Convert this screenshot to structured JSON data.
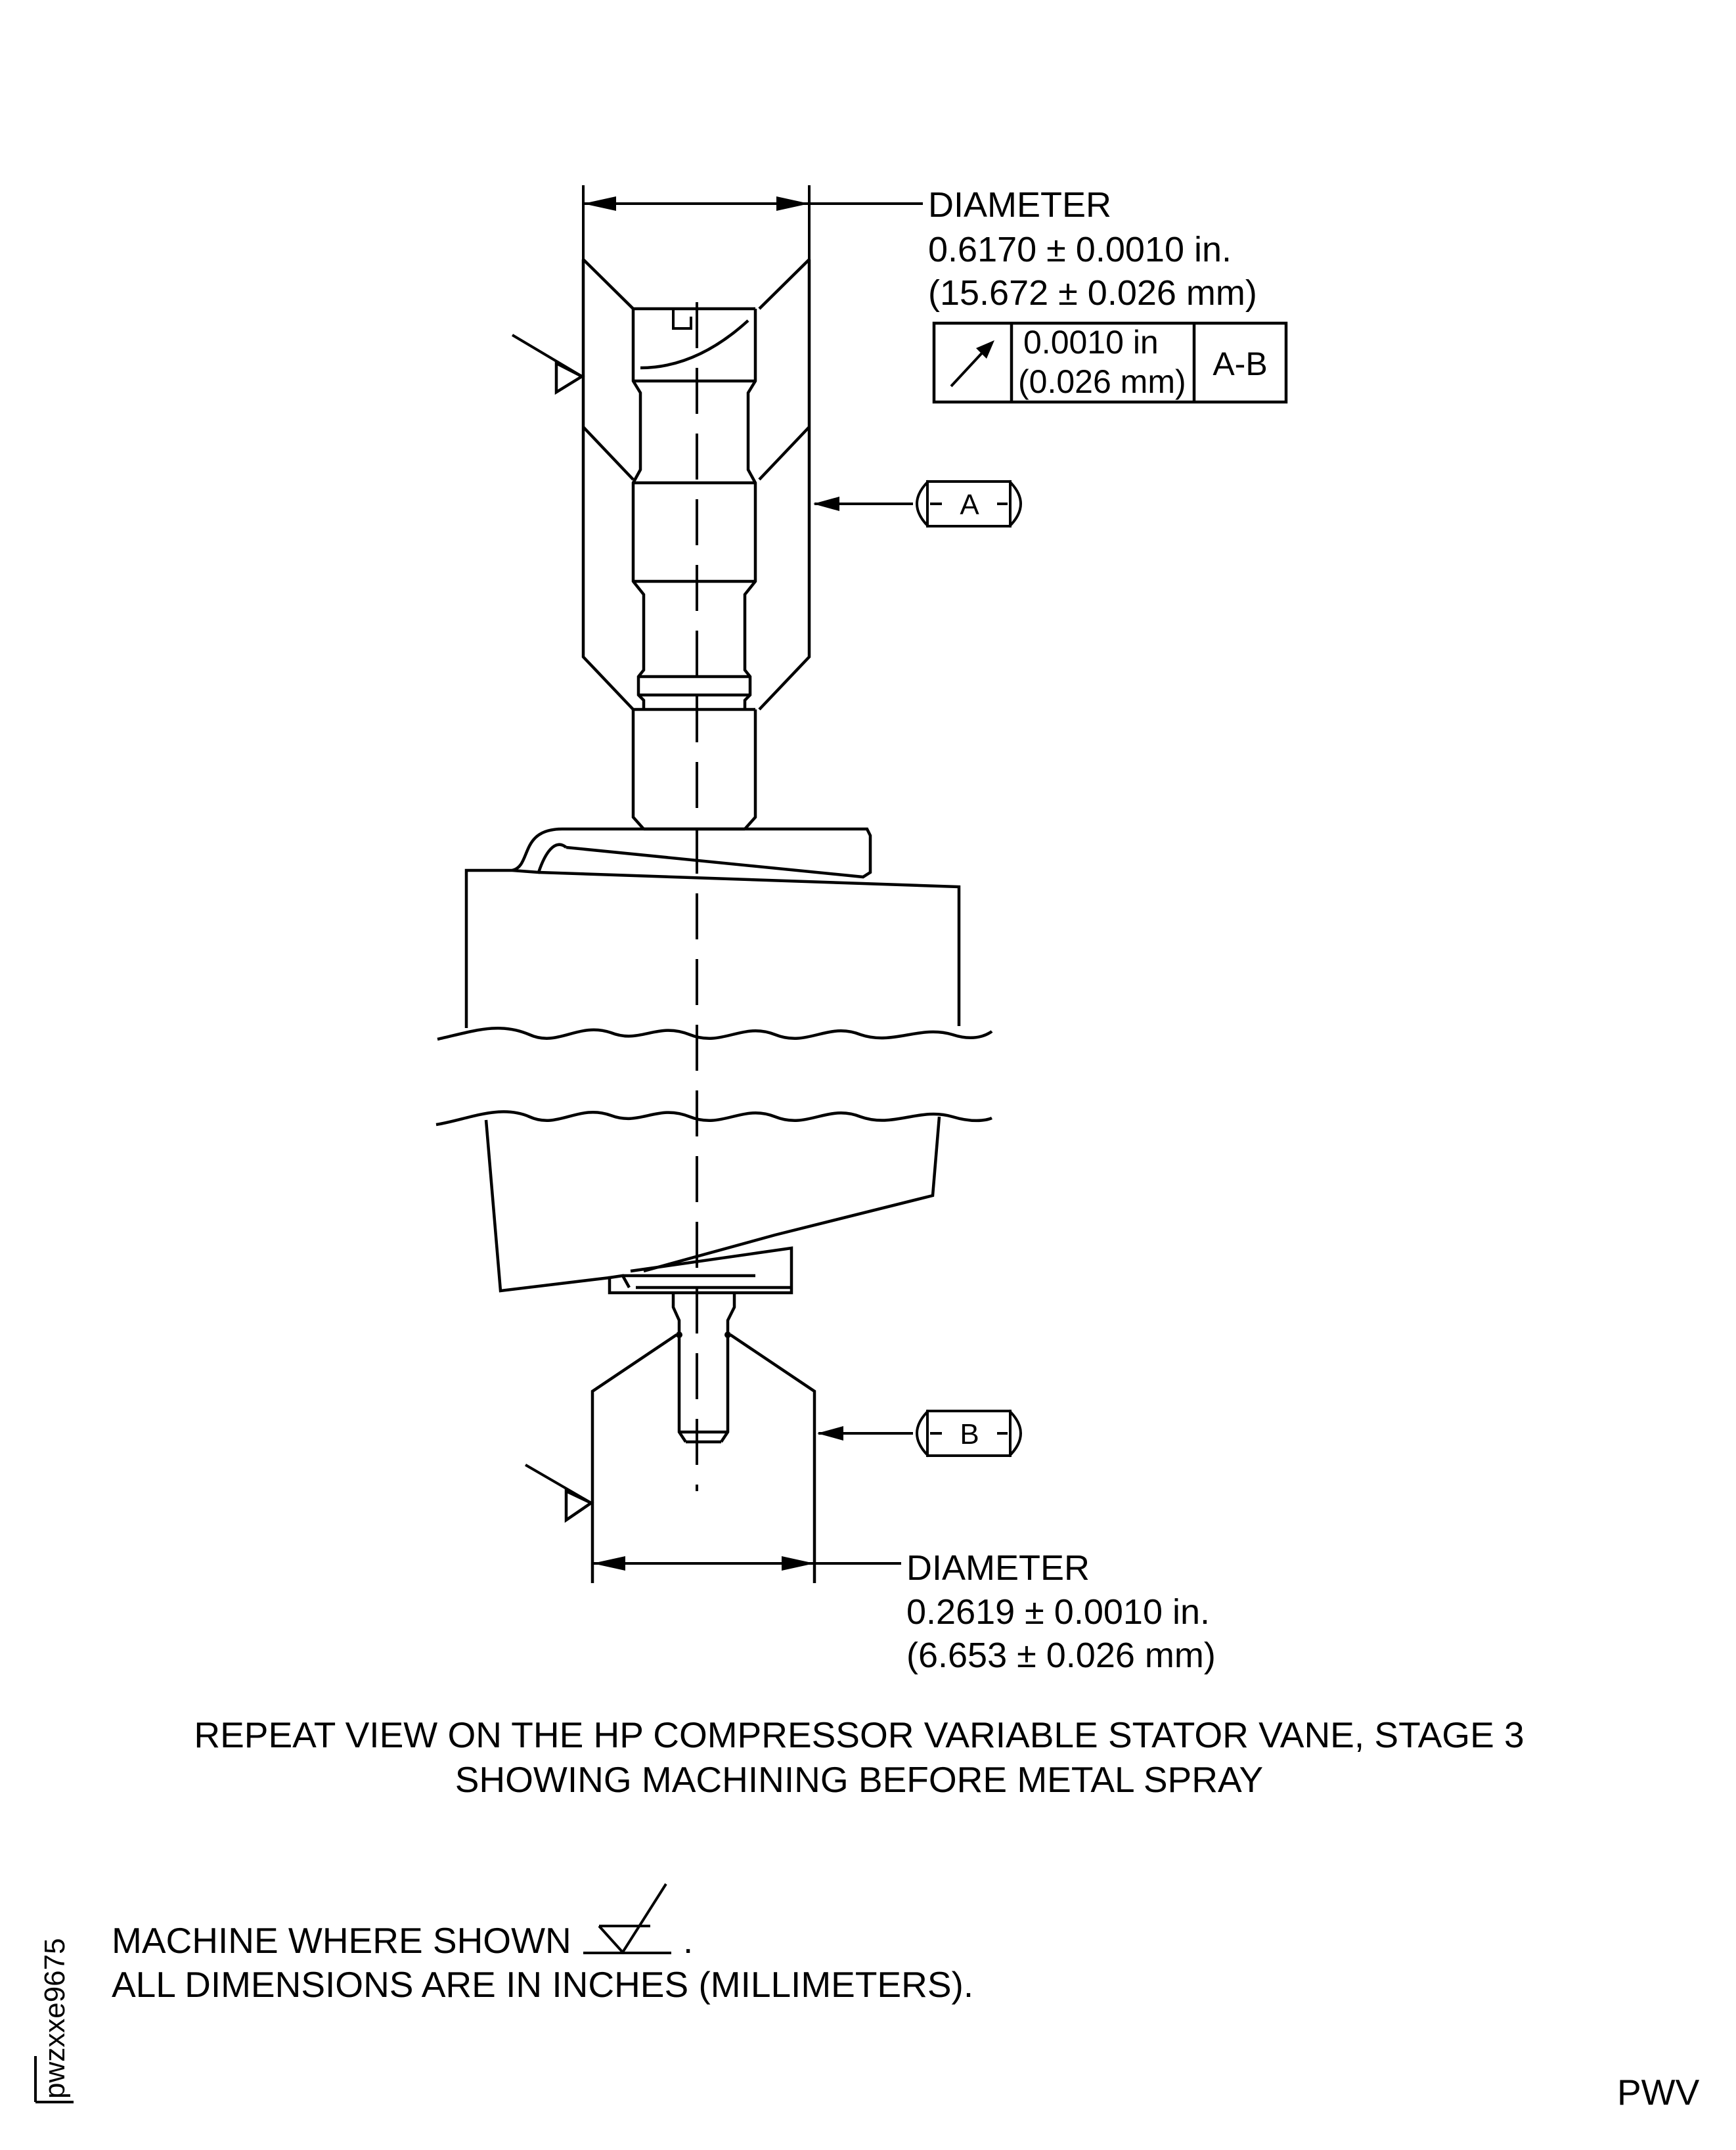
{
  "dimensions": {
    "upper": {
      "label": "DIAMETER",
      "inch": "0.6170 ± 0.0010 in.",
      "mm": "(15.672 ± 0.026 mm)"
    },
    "lower": {
      "label": "DIAMETER",
      "inch": "0.2619 ± 0.0010 in.",
      "mm": "(6.653 ± 0.026 mm)"
    }
  },
  "feature_control_frame": {
    "symbol": "runout-arrow-icon",
    "tol_in": "0.0010 in",
    "tol_mm": "(0.026 mm)",
    "datum_ref": "A-B"
  },
  "datums": {
    "a": "A",
    "b": "B"
  },
  "caption": {
    "line1": "REPEAT VIEW ON THE HP COMPRESSOR VARIABLE STATOR VANE, STAGE 3",
    "line2": "SHOWING MACHINING BEFORE METAL SPRAY"
  },
  "notes": {
    "machine_prefix": "MACHINE WHERE SHOWN",
    "machine_suffix": ".",
    "units": "ALL DIMENSIONS ARE IN INCHES (MILLIMETERS)."
  },
  "figure_id": "pwzxxe9675",
  "corner_tag": "PWV"
}
